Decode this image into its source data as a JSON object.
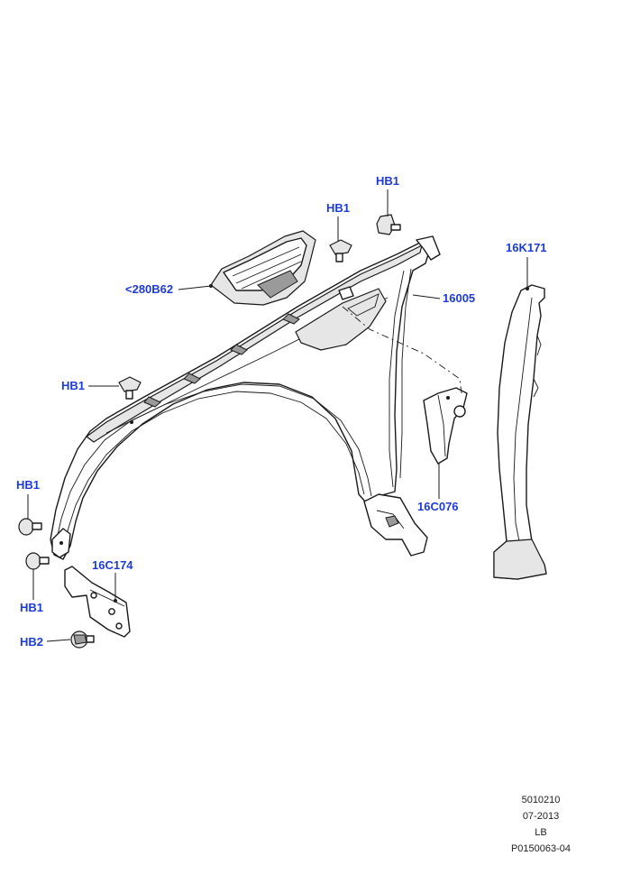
{
  "callouts": {
    "hb1_top_right": "HB1",
    "hb1_top_mid": "HB1",
    "part_280b62": "<280B62",
    "part_16005": "16005",
    "part_16k171": "16K171",
    "hb1_mid_left": "HB1",
    "hb1_left": "HB1",
    "part_16c076": "16C076",
    "part_16c174": "16C174",
    "hb1_bottom_left": "HB1",
    "hb2": "HB2"
  },
  "footer": {
    "line1": "5010210",
    "line2": "07-2013",
    "line3": "LB",
    "line4": "P0150063-04"
  },
  "colors": {
    "callout": "#1f3bd6",
    "line": "#1a1a1a",
    "background": "#ffffff"
  }
}
